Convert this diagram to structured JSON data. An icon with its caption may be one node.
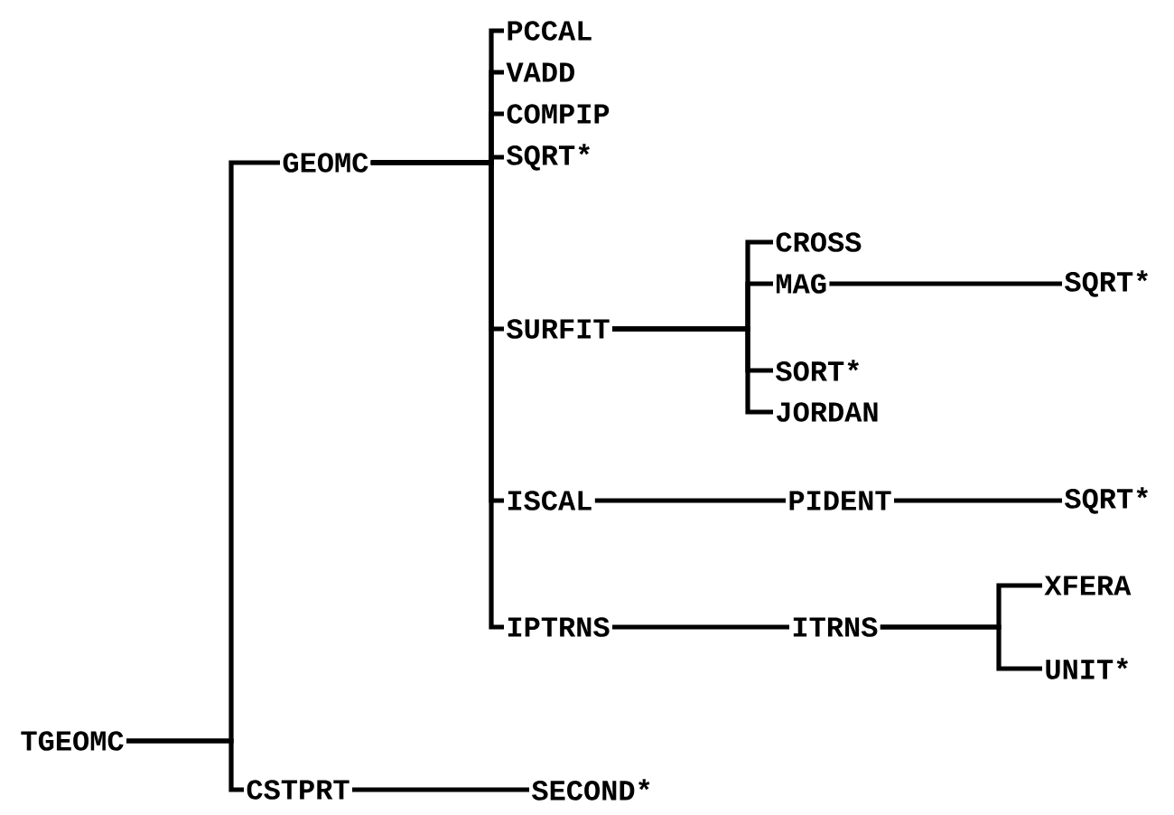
{
  "diagram": {
    "nodes": [
      {
        "text": [
          "TGEOMC"
        ]
      },
      {
        "text": [
          "GEOMC"
        ]
      },
      {
        "text": [
          "CSTPRT"
        ]
      },
      {
        "text": [
          "SECOND*"
        ]
      },
      {
        "text": [
          "PCCAL"
        ]
      },
      {
        "text": [
          "VADD"
        ]
      },
      {
        "text": [
          "COMPIP"
        ]
      },
      {
        "text": [
          "SQRT*"
        ]
      },
      {
        "text": [
          "SURFIT"
        ]
      },
      {
        "text": [
          "ISCAL"
        ]
      },
      {
        "text": [
          "IPTRNS"
        ]
      },
      {
        "text": [
          "CROSS"
        ]
      },
      {
        "text": [
          "MAG"
        ]
      },
      {
        "text": [
          "SQRT*"
        ]
      },
      {
        "text": [
          "SORT*"
        ]
      },
      {
        "text": [
          "JORDAN"
        ]
      },
      {
        "text": [
          "PIDENT"
        ]
      },
      {
        "text": [
          "SQRT*"
        ]
      },
      {
        "text": [
          "ITRNS"
        ]
      },
      {
        "text": [
          "XFERA"
        ]
      },
      {
        "text": [
          "UNIT*"
        ]
      }
    ],
    "edges": [
      {
        "from": 0,
        "to": 1,
        "arrow": "none"
      },
      {
        "from": 0,
        "to": 2,
        "arrow": "none"
      },
      {
        "from": 2,
        "to": 3,
        "arrow": "none"
      },
      {
        "from": 1,
        "to": 4,
        "arrow": "none"
      },
      {
        "from": 1,
        "to": 5,
        "arrow": "none"
      },
      {
        "from": 1,
        "to": 6,
        "arrow": "none"
      },
      {
        "from": 1,
        "to": 7,
        "arrow": "none"
      },
      {
        "from": 1,
        "to": 8,
        "arrow": "none"
      },
      {
        "from": 1,
        "to": 9,
        "arrow": "none"
      },
      {
        "from": 1,
        "to": 10,
        "arrow": "none"
      },
      {
        "from": 8,
        "to": 11,
        "arrow": "none"
      },
      {
        "from": 8,
        "to": 12,
        "arrow": "none"
      },
      {
        "from": 12,
        "to": 13,
        "arrow": "none"
      },
      {
        "from": 8,
        "to": 14,
        "arrow": "none"
      },
      {
        "from": 8,
        "to": 15,
        "arrow": "none"
      },
      {
        "from": 9,
        "to": 16,
        "arrow": "none"
      },
      {
        "from": 16,
        "to": 17,
        "arrow": "none"
      },
      {
        "from": 10,
        "to": 18,
        "arrow": "none"
      },
      {
        "from": 18,
        "to": 19,
        "arrow": "none"
      },
      {
        "from": 18,
        "to": 20,
        "arrow": "none"
      }
    ]
  }
}
